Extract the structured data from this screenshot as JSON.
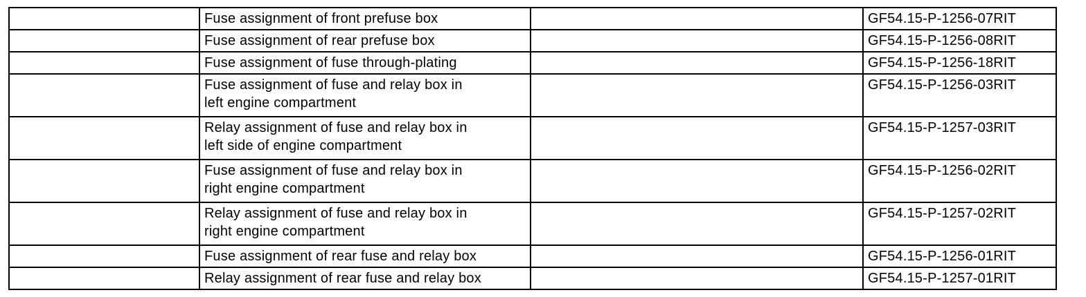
{
  "page": {
    "background_color": "#ffffff"
  },
  "table": {
    "border_color": "#000000",
    "text_color": "#000000",
    "rows": [
      {
        "description": "Fuse assignment of front prefuse box",
        "code": "GF54.15-P-1256-07RIT"
      },
      {
        "description": "Fuse assignment of rear prefuse box",
        "code": "GF54.15-P-1256-08RIT"
      },
      {
        "description": "Fuse assignment of fuse through-plating",
        "code": "GF54.15-P-1256-18RIT"
      },
      {
        "description": "Fuse assignment of fuse and relay box in\nleft engine compartment",
        "code": "GF54.15-P-1256-03RIT"
      },
      {
        "description": "Relay assignment of fuse and relay box in\nleft side of engine compartment",
        "code": "GF54.15-P-1257-03RIT"
      },
      {
        "description": "Fuse assignment of fuse and relay box in\nright engine compartment",
        "code": "GF54.15-P-1256-02RIT"
      },
      {
        "description": "Relay assignment of fuse and relay box in\nright engine compartment",
        "code": "GF54.15-P-1257-02RIT"
      },
      {
        "description": "Fuse assignment of rear fuse and relay box",
        "code": "GF54.15-P-1256-01RIT"
      },
      {
        "description": "Relay assignment of rear fuse and relay box",
        "code": "GF54.15-P-1257-01RIT"
      }
    ]
  }
}
